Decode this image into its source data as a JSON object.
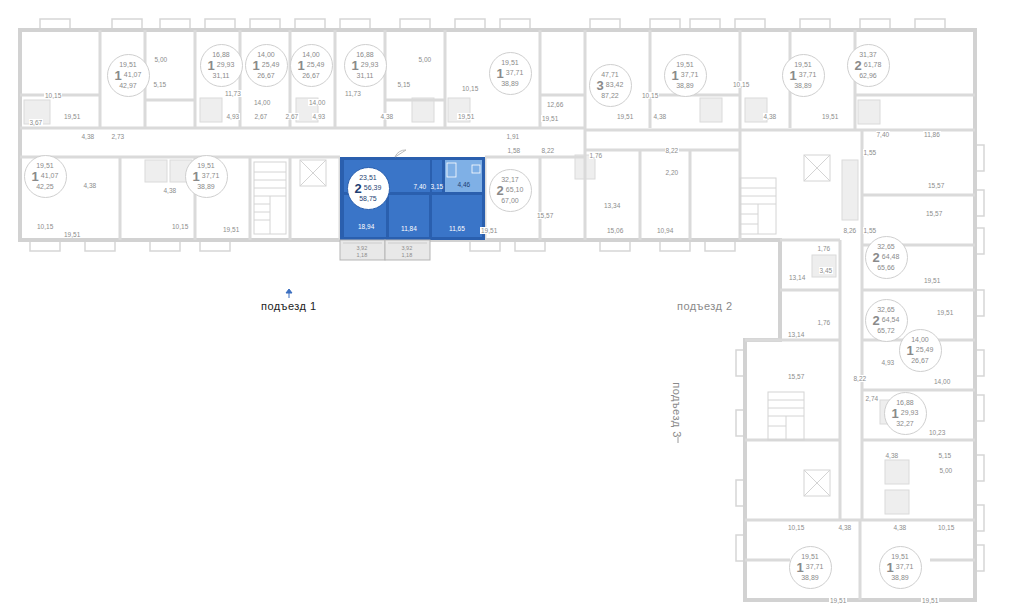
{
  "diagram": {
    "nodes": [
      {
        "text": [
          "19,51",
          "1",
          "41,07",
          "42,97"
        ]
      },
      {
        "text": [
          "16,88",
          "1",
          "29,93",
          "31,11"
        ]
      },
      {
        "text": [
          "14,00",
          "1",
          "25,49",
          "26,67"
        ]
      },
      {
        "text": [
          "14,00",
          "1",
          "25,49",
          "26,67"
        ]
      },
      {
        "text": [
          "16,88",
          "1",
          "29,93",
          "31,11"
        ]
      },
      {
        "text": [
          "19,51",
          "1",
          "37,71",
          "38,89"
        ]
      },
      {
        "text": [
          "47,71",
          "3",
          "83,42",
          "87,22"
        ]
      },
      {
        "text": [
          "19,51",
          "1",
          "37,71",
          "38,89"
        ]
      },
      {
        "text": [
          "19,51",
          "1",
          "37,71",
          "38,89"
        ]
      },
      {
        "text": [
          "31,37",
          "2",
          "61,78",
          "62,96"
        ]
      },
      {
        "text": [
          "19,51",
          "1",
          "41,07",
          "42,25"
        ]
      },
      {
        "text": [
          "19,51",
          "1",
          "37,71",
          "38,89"
        ]
      },
      {
        "text": [
          "23,51",
          "2",
          "56,39",
          "58,75"
        ]
      },
      {
        "text": [
          "32,17",
          "2",
          "65,10",
          "67,00"
        ]
      },
      {
        "text": [
          "32,65",
          "2",
          "64,48",
          "65,66"
        ]
      },
      {
        "text": [
          "32,65",
          "2",
          "64,54",
          "65,72"
        ]
      },
      {
        "text": [
          "14,00",
          "1",
          "25,49",
          "26,67"
        ]
      },
      {
        "text": [
          "16,88",
          "1",
          "29,93",
          "32,27"
        ]
      },
      {
        "text": [
          "19,51",
          "1",
          "37,71",
          "38,89"
        ]
      },
      {
        "text": [
          "19,51",
          "1",
          "37,71",
          "38,89"
        ]
      }
    ],
    "labels": [
      "7,40",
      "3,15",
      "4,46",
      "18,94",
      "11,84",
      "11,65",
      "3,92",
      "1,18",
      "3,92",
      "1,18",
      "подъезд 1",
      "подъезд 2",
      "подъезд 3",
      "5,00",
      "5,15",
      "10,15",
      "3,67",
      "4,38",
      "2,73",
      "19,51",
      "4,93",
      "2,67",
      "11,73",
      "14,00",
      "14,00",
      "2,67",
      "4,93",
      "11,73",
      "5,15",
      "5,00",
      "4,38",
      "10,15",
      "19,51",
      "12,66",
      "19,51",
      "1,91",
      "1,58",
      "8,22",
      "4,38",
      "4,38",
      "10,15",
      "10,15",
      "19,51",
      "19,51",
      "19,51",
      "15,57",
      "10,15",
      "19,51",
      "4,38",
      "1,76",
      "8,22",
      "2,20",
      "13,34",
      "15,06",
      "10,94",
      "10,15",
      "4,38",
      "19,51",
      "7,40",
      "11,86",
      "1,55",
      "15,57",
      "15,57",
      "8,26",
      "1,55",
      "1,76",
      "3,45",
      "13,14",
      "19,51",
      "13,14",
      "1,76",
      "19,51",
      "4,93",
      "14,00",
      "15,57",
      "8,22",
      "2,74",
      "10,23",
      "4,38",
      "5,15",
      "5,00",
      "10,15",
      "4,38",
      "4,38",
      "10,15",
      "19,51",
      "19,51"
    ]
  }
}
